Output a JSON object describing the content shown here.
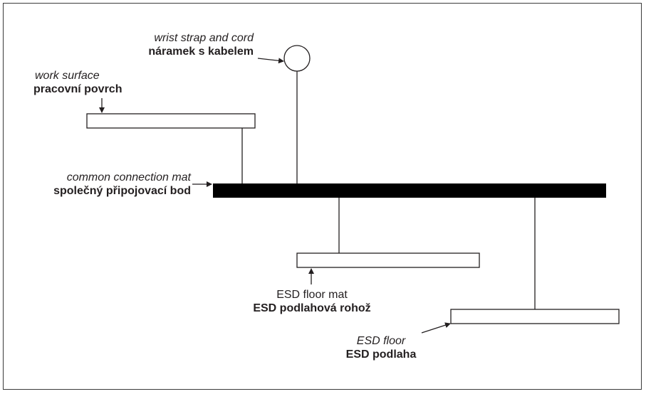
{
  "labels": {
    "wrist_strap": {
      "en": "wrist strap and cord",
      "cz": "náramek s kabelem"
    },
    "work_surface": {
      "en": "work surface",
      "cz": "pracovní povrch"
    },
    "common_point": {
      "en": "common connection mat",
      "cz": "společný připojovací bod"
    },
    "floor_mat": {
      "en": "ESD floor mat",
      "cz": "ESD podlahová rohož"
    },
    "floor": {
      "en": "ESD floor",
      "cz": "ESD podlaha"
    }
  },
  "colors": {
    "stroke": "#231f20",
    "bar_fill": "#000000",
    "background": "#ffffff"
  }
}
